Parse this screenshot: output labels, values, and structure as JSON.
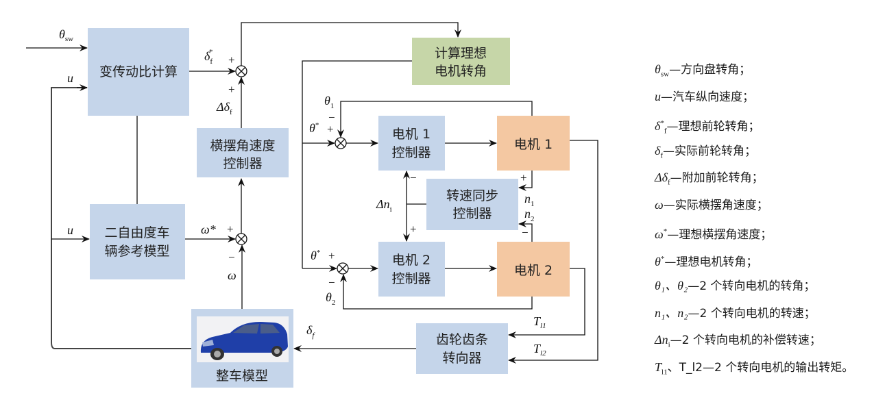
{
  "blocks": {
    "variable_ratio": "变传动比计算",
    "yaw_controller_l1": "横摆角速度",
    "yaw_controller_l2": "控制器",
    "ref_model_l1": "二自由度车",
    "ref_model_l2": "辆参考模型",
    "vehicle_model": "整车模型",
    "ideal_angle_l1": "计算理想",
    "ideal_angle_l2": "电机转角",
    "motor1_ctrl_l1": "电机 1",
    "motor1_ctrl_l2": "控制器",
    "motor1": "电机 1",
    "speed_sync_l1": "转速同步",
    "speed_sync_l2": "控制器",
    "motor2_ctrl_l1": "电机 2",
    "motor2_ctrl_l2": "控制器",
    "motor2": "电机 2",
    "rack_pinion_l1": "齿轮齿条",
    "rack_pinion_l2": "转向器"
  },
  "signals": {
    "theta_sw": {
      "base": "θ",
      "sub": "sw"
    },
    "u_top": "u",
    "u_mid": "u",
    "delta_f_star": {
      "base": "δ",
      "sub": "f",
      "sup": "*"
    },
    "delta_delta_f": {
      "base": "Δδ",
      "sub": "f"
    },
    "omega_star": "ω*",
    "omega": "ω",
    "theta1": {
      "base": "θ",
      "sub": "1"
    },
    "theta_star_1": {
      "base": "θ",
      "sup": "*"
    },
    "theta_star_2": {
      "base": "θ",
      "sup": "*"
    },
    "theta2": {
      "base": "θ",
      "sub": "2"
    },
    "delta_n_i": {
      "base": "Δn",
      "sub": "i"
    },
    "n1": {
      "base": "n",
      "sub": "1"
    },
    "n2": {
      "base": "n",
      "sub": "2"
    },
    "tl1": {
      "base": "T",
      "sub": "l1"
    },
    "tl2": {
      "base": "T",
      "sub": "l2"
    },
    "delta_f": {
      "base": "δ",
      "sub": "f"
    }
  },
  "signs": {
    "plus": "+",
    "minus": "−"
  },
  "summing_junction_symbol": "⊗",
  "legend": [
    {
      "sym": "θ",
      "sub": "sw",
      "sup": "",
      "desc": "—方向盘转角；"
    },
    {
      "sym": "u",
      "sub": "",
      "sup": "",
      "desc": "—汽车纵向速度；"
    },
    {
      "sym": "δ",
      "sub": "f",
      "sup": "*",
      "desc": "—理想前轮转角；"
    },
    {
      "sym": "δ",
      "sub": "f",
      "sup": "",
      "desc": "—实际前轮转角；"
    },
    {
      "sym": "Δδ",
      "sub": "f",
      "sup": "",
      "desc": "—附加前轮转角；"
    },
    {
      "sym": "ω",
      "sub": "",
      "sup": "",
      "desc": "—实际横摆角速度；"
    },
    {
      "sym": "ω",
      "sub": "",
      "sup": "*",
      "desc": "—理想横摆角速度；"
    },
    {
      "sym": "θ",
      "sub": "",
      "sup": "*",
      "desc": "—理想电机转角；"
    },
    {
      "sym": "θ₁、θ₂",
      "sub": "",
      "sup": "",
      "desc": "—2 个转向电机的转角；"
    },
    {
      "sym": "n₁、n₂",
      "sub": "",
      "sup": "",
      "desc": "—2 个转向电机的转速；"
    },
    {
      "sym": "Δn",
      "sub": "i",
      "sup": "",
      "desc": "—2 个转向电机的补偿转速；"
    },
    {
      "sym": "T",
      "sub": "l1",
      "sup": "",
      "desc": "、T_l2—2 个转向电机的输出转矩。"
    }
  ],
  "colors": {
    "blue_block": "#c5d5ea",
    "green_block": "#c6d6a8",
    "orange_block": "#f4c8a2",
    "car_body": "#1f3fa8"
  }
}
